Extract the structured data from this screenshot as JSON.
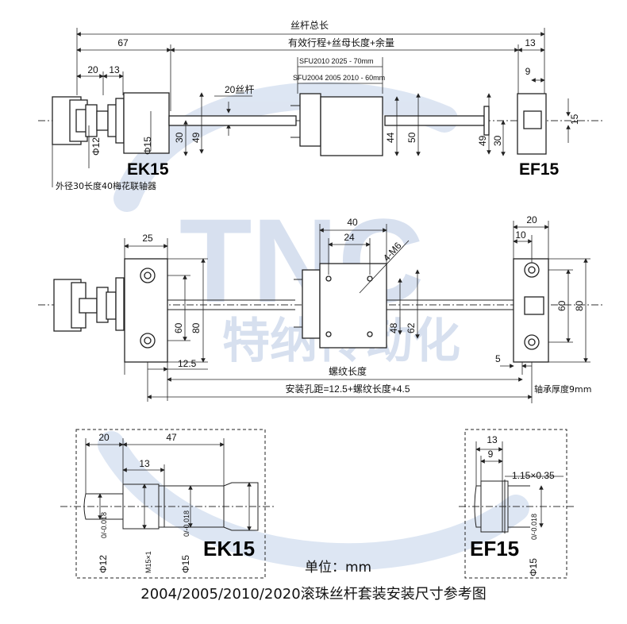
{
  "watermark": {
    "brand": "TNC",
    "cn": "特纳传动化"
  },
  "top": {
    "total_length": "丝杆总长",
    "effective": "有效行程+丝母长度+余量",
    "d67": "67",
    "d13r": "13",
    "d20": "20",
    "d13": "13",
    "d9": "9",
    "sfu1": "SFU2010 2025 - 70mm",
    "sfu2": "SFU2004 2005 2010 - 60mm",
    "rod": "20丝杆",
    "phi12": "Φ12",
    "phi15": "Φ15",
    "d30": "30",
    "d49": "49",
    "d44": "44",
    "d50": "50",
    "d49r": "49",
    "d30r": "30",
    "d15": "15",
    "ek": "EK15",
    "ef": "EF15",
    "coupling": "外径30长度40梅花联轴器"
  },
  "mid": {
    "d25": "25",
    "d40": "40",
    "d24": "24",
    "m6": "4-M6",
    "d20": "20",
    "d10": "10",
    "d60l": "60",
    "d80l": "80",
    "d48": "48",
    "d62": "62",
    "d60r": "60",
    "d80r": "80",
    "d12_5": "12.5",
    "d5": "5",
    "thread_len": "螺纹长度",
    "hole_dist": "安装孔距=12.5+螺纹长度+4.5",
    "bearing": "轴承厚度9mm"
  },
  "bottom": {
    "d20": "20",
    "d47": "47",
    "d13": "13",
    "phi12": "Φ12",
    "tol12": "0/-0.018",
    "m15": "M15×1",
    "phi15": "Φ15",
    "tol15": "0/-0.018",
    "ek": "EK15",
    "d13r": "13",
    "d9r": "9",
    "groove": "1.15×0.35",
    "phi15r": "Φ15",
    "tol15r": "0/-0.018",
    "ef": "EF15"
  },
  "unit": "单位：mm",
  "caption": "2004/2005/2010/2020滚珠丝杆套装安装尺寸参考图"
}
